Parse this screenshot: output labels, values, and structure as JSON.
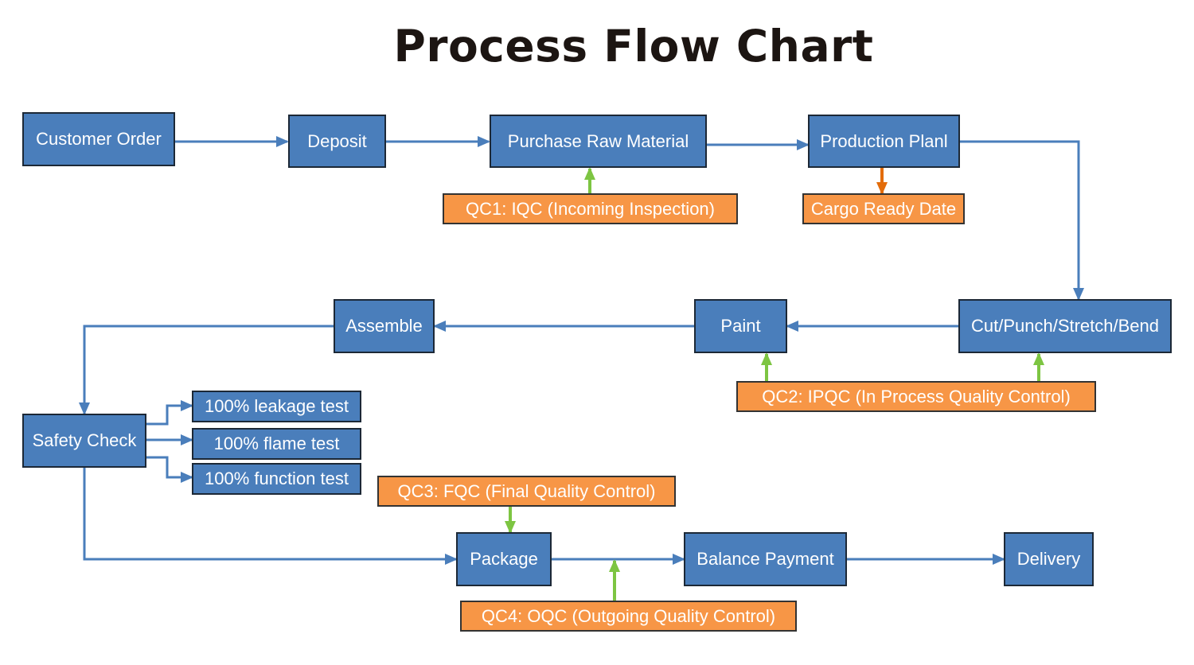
{
  "title": "Process Flow Chart",
  "colors": {
    "step_fill": "#4a7ebb",
    "qc_fill": "#f79646",
    "flow_arrow": "#4a7ebb",
    "qc_arrow": "#7dc542",
    "date_arrow": "#e36c0a"
  },
  "steps": {
    "customer_order": "Customer Order",
    "deposit": "Deposit",
    "purchase_raw_material": "Purchase Raw Material",
    "production_plan": "Production Planl",
    "cut_punch": "Cut/Punch/Stretch/Bend",
    "paint": "Paint",
    "assemble": "Assemble",
    "safety_check": "Safety Check",
    "leakage_test": "100% leakage test",
    "flame_test": "100% flame test",
    "function_test": "100% function test",
    "package": "Package",
    "balance_payment": "Balance Payment",
    "delivery": "Delivery"
  },
  "qc": {
    "qc1": "QC1: IQC (Incoming Inspection)",
    "cargo_ready_date": "Cargo Ready Date",
    "qc2": "QC2: IPQC (In Process Quality Control)",
    "qc3": "QC3: FQC (Final Quality Control)",
    "qc4": "QC4: OQC (Outgoing Quality Control)"
  }
}
